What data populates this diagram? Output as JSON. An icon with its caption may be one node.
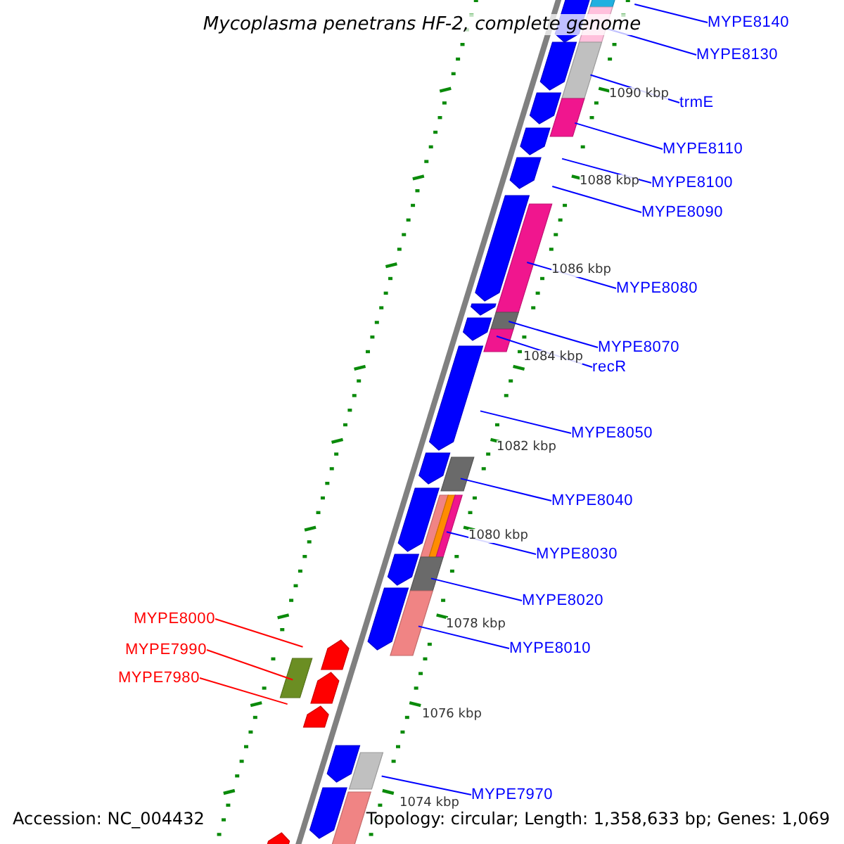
{
  "diagram": {
    "title": "Mycoplasma penetrans HF-2, complete genome",
    "nodes": [
      {
        "text": [
          "MYPE8140"
        ]
      },
      {
        "text": [
          "MYPE8130"
        ]
      },
      {
        "text": [
          "trmE"
        ]
      },
      {
        "text": [
          "MYPE8110"
        ]
      },
      {
        "text": [
          "MYPE8100"
        ]
      },
      {
        "text": [
          "MYPE8090"
        ]
      },
      {
        "text": [
          "MYPE8080"
        ]
      },
      {
        "text": [
          "MYPE8070"
        ]
      },
      {
        "text": [
          "recR"
        ]
      },
      {
        "text": [
          "MYPE8050"
        ]
      },
      {
        "text": [
          "MYPE8040"
        ]
      },
      {
        "text": [
          "MYPE8030"
        ]
      },
      {
        "text": [
          "MYPE8020"
        ]
      },
      {
        "text": [
          "MYPE8010"
        ]
      },
      {
        "text": [
          "MYPE8000"
        ]
      },
      {
        "text": [
          "MYPE7990"
        ]
      },
      {
        "text": [
          "MYPE7980"
        ]
      },
      {
        "text": [
          "MYPE7970"
        ]
      }
    ],
    "edges": [
      {
        "from": 0,
        "to": null,
        "arrow": "none"
      },
      {
        "from": 1,
        "to": null,
        "arrow": "none"
      },
      {
        "from": 2,
        "to": null,
        "arrow": "none"
      },
      {
        "from": 3,
        "to": null,
        "arrow": "none"
      },
      {
        "from": 4,
        "to": null,
        "arrow": "none"
      },
      {
        "from": 5,
        "to": null,
        "arrow": "none"
      },
      {
        "from": 6,
        "to": null,
        "arrow": "none"
      },
      {
        "from": 7,
        "to": null,
        "arrow": "none"
      },
      {
        "from": 8,
        "to": null,
        "arrow": "none"
      },
      {
        "from": 9,
        "to": null,
        "arrow": "none"
      },
      {
        "from": 10,
        "to": null,
        "arrow": "none"
      },
      {
        "from": 11,
        "to": null,
        "arrow": "none"
      },
      {
        "from": 12,
        "to": null,
        "arrow": "none"
      },
      {
        "from": 13,
        "to": null,
        "arrow": "none"
      },
      {
        "from": 14,
        "to": null,
        "arrow": "none",
        "color": "#ff0000"
      },
      {
        "from": 15,
        "to": null,
        "arrow": "none",
        "color": "#ff0000"
      },
      {
        "from": 16,
        "to": null,
        "arrow": "none",
        "color": "#ff0000"
      },
      {
        "from": 17,
        "to": null,
        "arrow": "none"
      }
    ],
    "labels": [
      "1090 kbp",
      "1088 kbp",
      "1086 kbp",
      "1084 kbp",
      "1082 kbp",
      "1080 kbp",
      "1078 kbp",
      "1076 kbp",
      "1074 kbp",
      "Accession: NC_004432",
      "Topology: circular; Length: 1,358,633 bp; Genes: 1,069"
    ]
  }
}
